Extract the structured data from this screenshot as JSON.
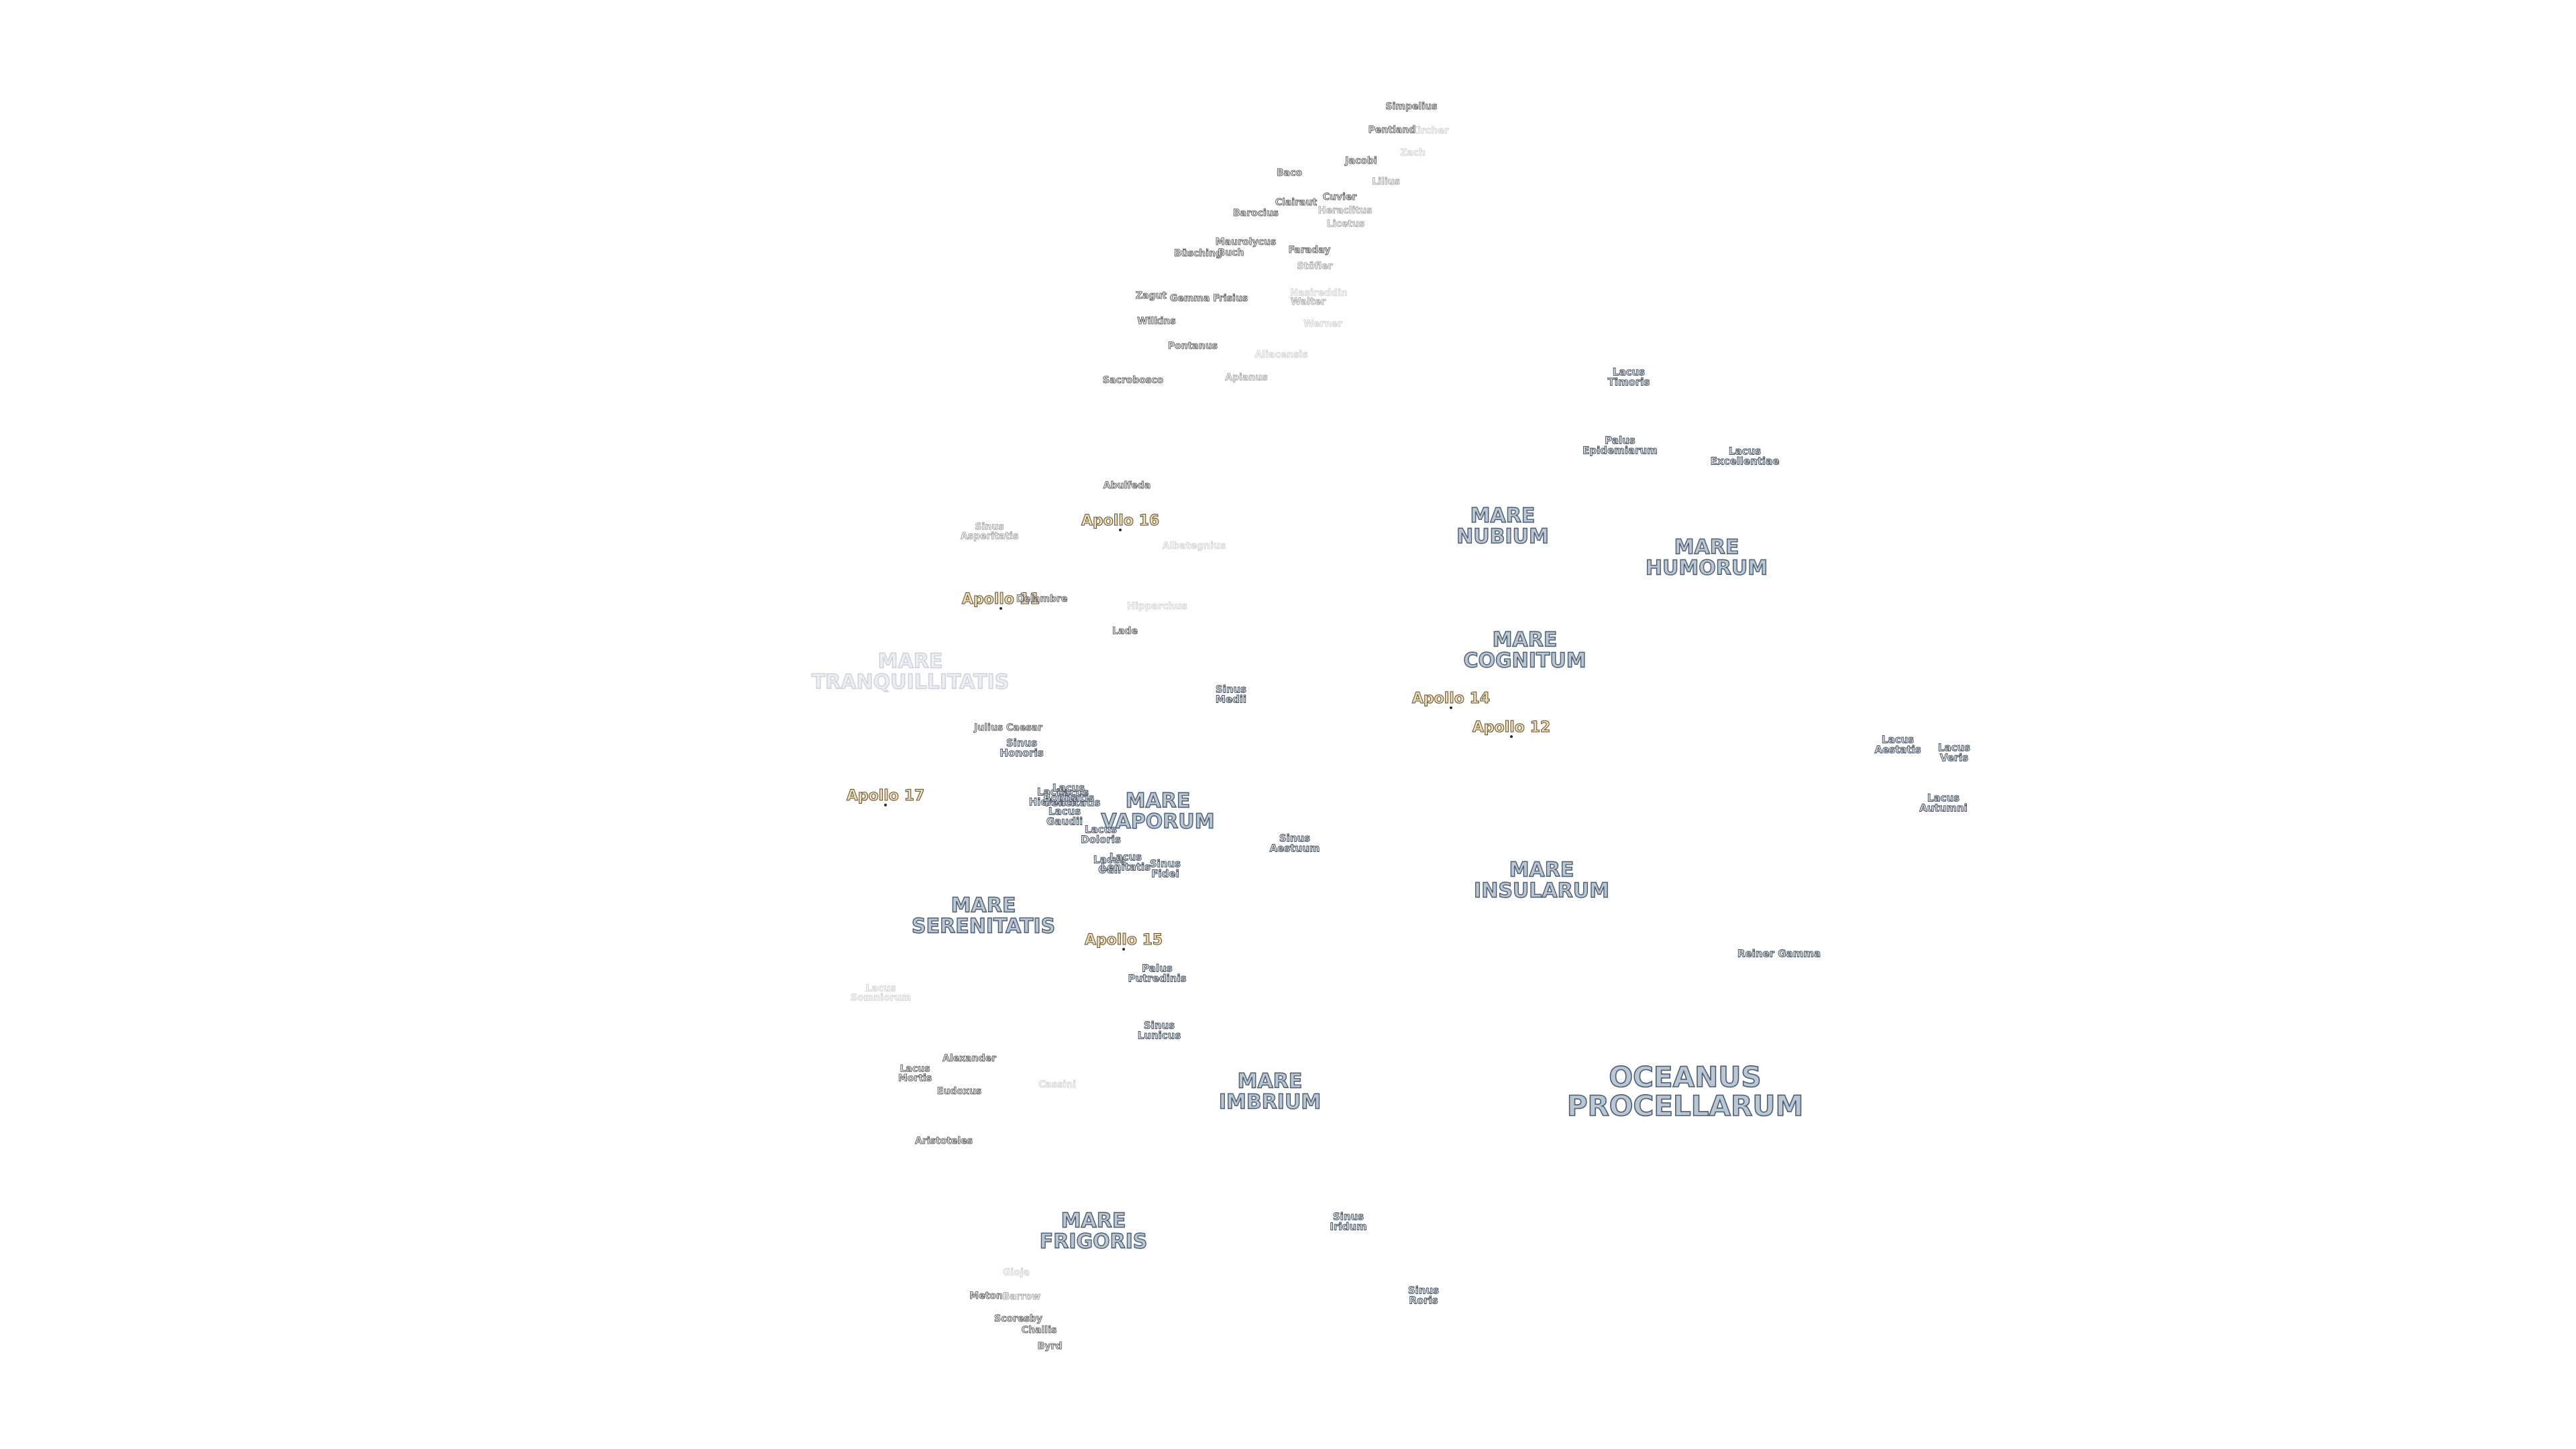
{
  "labels": [
    {
      "text": "OCEANUS\nPROCELLARUM",
      "cls": "ocean"
    },
    {
      "text": "MARE\nIMBRIUM",
      "cls": "sea"
    },
    {
      "text": "MARE\nFRIGORIS",
      "cls": "sea"
    },
    {
      "text": "MARE\nSERENITATIS",
      "cls": "sea"
    },
    {
      "text": "MARE\nTRANQUILLITATIS",
      "cls": "sea faded"
    },
    {
      "text": "MARE\nNUBIUM",
      "cls": "sea"
    },
    {
      "text": "MARE\nHUMORUM",
      "cls": "sea"
    },
    {
      "text": "MARE\nCOGNITUM",
      "cls": "sea"
    },
    {
      "text": "MARE\nINSULARUM",
      "cls": "sea"
    },
    {
      "text": "MARE\nVAPORUM",
      "cls": "sea"
    },
    {
      "text": "Apollo 16",
      "cls": "apollo"
    },
    {
      "text": "Apollo 11",
      "cls": "apollo"
    },
    {
      "text": "Apollo 14",
      "cls": "apollo"
    },
    {
      "text": "Apollo 12",
      "cls": "apollo"
    },
    {
      "text": "Apollo 17",
      "cls": "apollo"
    },
    {
      "text": "Apollo 15",
      "cls": "apollo"
    },
    {
      "text": "Sinus\nMedii",
      "cls": "feat"
    },
    {
      "text": "Sinus\nAestuum",
      "cls": "feat"
    },
    {
      "text": "Sinus\nIridum",
      "cls": "feat"
    },
    {
      "text": "Sinus\nRoris",
      "cls": "feat"
    },
    {
      "text": "Sinus\nLunicus",
      "cls": "feat"
    },
    {
      "text": "Sinus\nFidei",
      "cls": "feat"
    },
    {
      "text": "Sinus\nHonoris",
      "cls": "feat"
    },
    {
      "text": "Sinus\nAsperitatis",
      "cls": "crater f2"
    },
    {
      "text": "Palus\nPutredinis",
      "cls": "feat"
    },
    {
      "text": "Palus\nEpidemiarum",
      "cls": "feat"
    },
    {
      "text": "Lacus\nTimoris",
      "cls": "feat"
    },
    {
      "text": "Lacus\nExcellentiae",
      "cls": "feat"
    },
    {
      "text": "Lacus\nVeris",
      "cls": "feat"
    },
    {
      "text": "Lacus\nAutumni",
      "cls": "feat"
    },
    {
      "text": "Lacus\nAestatis",
      "cls": "feat"
    },
    {
      "text": "Lacus\nMortis",
      "cls": "crater"
    },
    {
      "text": "Lacus\nSomniorum",
      "cls": "crater faded"
    },
    {
      "text": "Lacus\nGaudii",
      "cls": "feat"
    },
    {
      "text": "Lacus\nDoloris",
      "cls": "feat"
    },
    {
      "text": "Lacus\nOdii",
      "cls": "feat"
    },
    {
      "text": "Lacus\nHiemalis",
      "cls": "feat"
    },
    {
      "text": "Lacus\nLenitatis",
      "cls": "feat"
    },
    {
      "text": "Lacus\nFelicitatis",
      "cls": "feat"
    },
    {
      "text": "Lacus\nBonitatis",
      "cls": "feat"
    },
    {
      "text": "Reiner Gamma",
      "cls": "feat"
    },
    {
      "text": "Julius Caesar",
      "cls": "crater"
    },
    {
      "text": "Delambre",
      "cls": "crater"
    },
    {
      "text": "Hipparchus",
      "cls": "crater faded"
    },
    {
      "text": "Albategnius",
      "cls": "crater faded"
    },
    {
      "text": "Lade",
      "cls": "crater"
    },
    {
      "text": "Abulfeda",
      "cls": "crater"
    },
    {
      "text": "Sacrobosco",
      "cls": "crater"
    },
    {
      "text": "Apianus",
      "cls": "crater f2"
    },
    {
      "text": "Aliacensis",
      "cls": "crater faded"
    },
    {
      "text": "Pontanus",
      "cls": "crater"
    },
    {
      "text": "Wilkins",
      "cls": "crater"
    },
    {
      "text": "Zagut",
      "cls": "crater"
    },
    {
      "text": "Gemma Frisius",
      "cls": "crater"
    },
    {
      "text": "Werner",
      "cls": "crater faded"
    },
    {
      "text": "Nasireddin",
      "cls": "crater faded"
    },
    {
      "text": "Walter",
      "cls": "crater f2"
    },
    {
      "text": "Stöfler",
      "cls": "crater f2"
    },
    {
      "text": "Faraday",
      "cls": "crater"
    },
    {
      "text": "Maurolycus",
      "cls": "crater"
    },
    {
      "text": "Büsching",
      "cls": "crater"
    },
    {
      "text": "Buch",
      "cls": "crater"
    },
    {
      "text": "Barocius",
      "cls": "crater"
    },
    {
      "text": "Clairaut",
      "cls": "crater"
    },
    {
      "text": "Cuvier",
      "cls": "crater"
    },
    {
      "text": "Heraclitus",
      "cls": "crater f2"
    },
    {
      "text": "Licetus",
      "cls": "crater f2"
    },
    {
      "text": "Lilius",
      "cls": "crater f2"
    },
    {
      "text": "Baco",
      "cls": "crater"
    },
    {
      "text": "Jacobi",
      "cls": "crater"
    },
    {
      "text": "Zach",
      "cls": "crater faded"
    },
    {
      "text": "Pentland",
      "cls": "crater"
    },
    {
      "text": "Kircher",
      "cls": "crater faded"
    },
    {
      "text": "Simpelius",
      "cls": "crater"
    },
    {
      "text": "Alexander",
      "cls": "crater"
    },
    {
      "text": "Eudoxus",
      "cls": "crater"
    },
    {
      "text": "Aristoteles",
      "cls": "crater"
    },
    {
      "text": "Cassini",
      "cls": "crater faded"
    },
    {
      "text": "Meton",
      "cls": "crater"
    },
    {
      "text": "Barrow",
      "cls": "crater f2"
    },
    {
      "text": "Scoresby",
      "cls": "crater"
    },
    {
      "text": "Challis",
      "cls": "crater"
    },
    {
      "text": "Byrd",
      "cls": "crater"
    },
    {
      "text": "Gioja",
      "cls": "crater faded"
    }
  ]
}
